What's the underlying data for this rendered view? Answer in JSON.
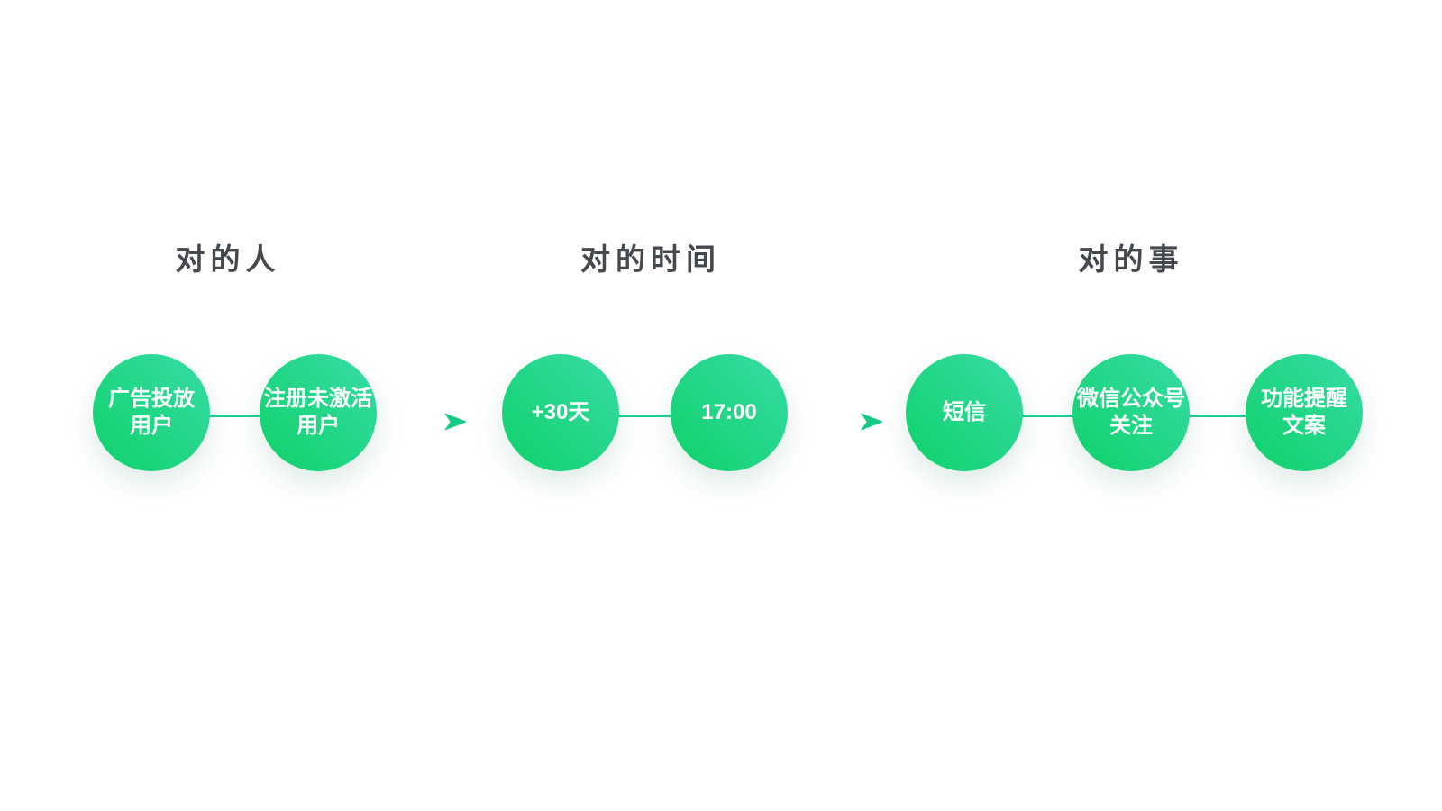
{
  "sections": [
    {
      "title": "对的人",
      "nodes": [
        "广告投放\n用户",
        "注册未激活\n用户"
      ]
    },
    {
      "title": "对的时间",
      "nodes": [
        "+30天",
        "17:00"
      ]
    },
    {
      "title": "对的事",
      "nodes": [
        "短信",
        "微信公众号\n关注",
        "功能提醒\n文案"
      ]
    }
  ],
  "colors": {
    "background": "#ffffff",
    "circle_gradient_start": "#0ed169",
    "circle_gradient_end": "#38dca6",
    "connector_line": "#17cf92",
    "arrow": "#13cc84",
    "section_title_text": "#45484d",
    "node_text": "#ffffff"
  }
}
